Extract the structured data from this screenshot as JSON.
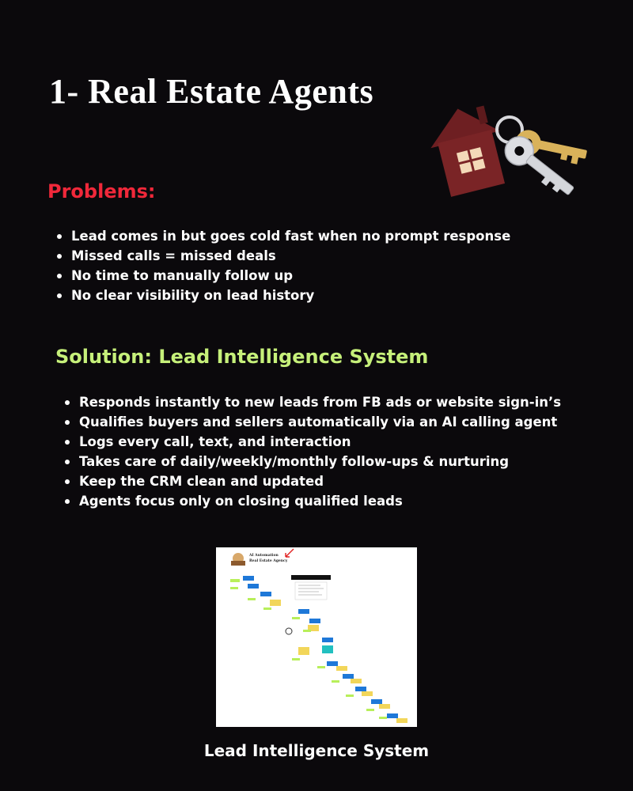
{
  "title": "1- Real Estate Agents",
  "problems": {
    "heading": "Problems:",
    "items": [
      "Lead comes in but goes cold fast when no prompt response",
      "Missed calls = missed deals",
      "No time to manually follow up",
      "No clear visibility on lead history"
    ]
  },
  "solution": {
    "heading": "Solution: Lead Intelligence System",
    "items": [
      "Responds instantly to new leads from FB ads or website sign-in’s",
      "Qualifies buyers and sellers automatically via an AI calling agent",
      "Logs every call, text, and interaction",
      "Takes care of daily/weekly/monthly follow-ups & nurturing",
      "Keep the CRM clean and updated",
      "Agents focus only on closing qualified leads"
    ]
  },
  "diagram": {
    "header_line1": "AI Automation",
    "header_line2": "Real Estate Agency"
  },
  "caption": "Lead Intelligence System",
  "colors": {
    "background": "#0b090c",
    "problems_heading": "#f0283a",
    "solution_heading": "#c6f07a"
  },
  "icons": [
    "house-keys-icon"
  ]
}
